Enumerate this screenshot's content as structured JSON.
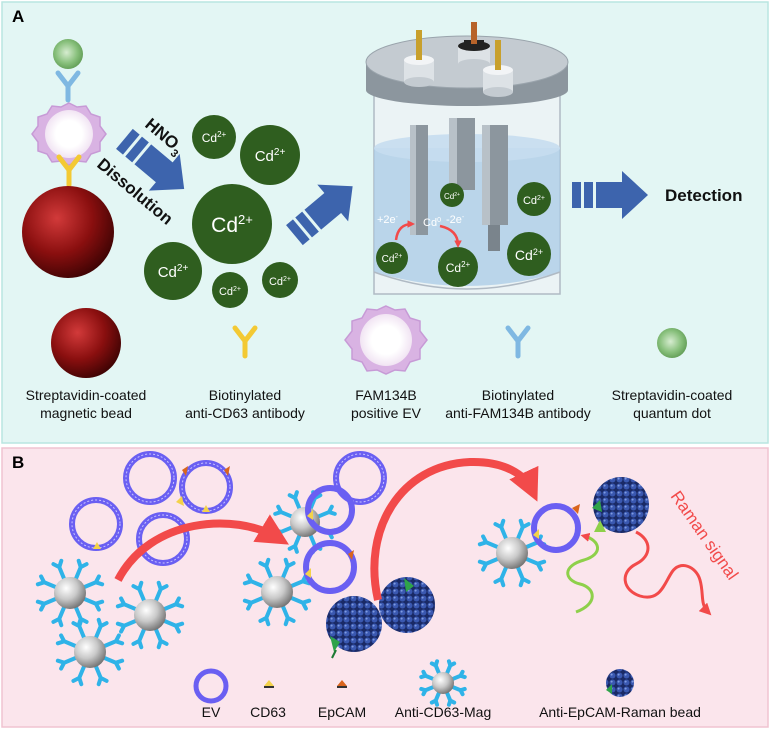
{
  "panel_a": {
    "label": "A",
    "hno3_base": "HNO",
    "hno3_sub": "3",
    "dissolution": "Dissolution",
    "cd_ion_base": "Cd",
    "cd_ion_sup": "2+",
    "cd0_base": "Cd",
    "cd0_sup": "0",
    "plus2e_base": "+2e",
    "minus2e_base": "-2e",
    "electron_sup": "-",
    "detection": "Detection",
    "legend": {
      "magnetic_bead": [
        "Streptavidin-coated",
        "magnetic bead"
      ],
      "cd63_antibody": [
        "Biotinylated",
        "anti-CD63 antibody"
      ],
      "ev": [
        "FAM134B",
        "positive EV"
      ],
      "fam134b_antibody": [
        "Biotinylated",
        "anti-FAM134B antibody"
      ],
      "quantum_dot": [
        "Streptavidin-coated",
        "quantum dot"
      ]
    }
  },
  "panel_b": {
    "label": "B",
    "raman_signal": "Raman signal",
    "legend": {
      "ev": "EV",
      "cd63": "CD63",
      "epcam": "EpCAM",
      "mag": "Anti-CD63-Mag",
      "raman_bead": "Anti-EpCAM-Raman bead"
    }
  },
  "colors": {
    "panel_a_bg": "#e3f6f4",
    "panel_b_bg": "#fbe5ec",
    "arrow_blue": "#3d64ad",
    "cd_green": "#2f5e1f",
    "bead_red": "#8a0f0f",
    "ev_ring": "#6a5ff2",
    "antibody_cyan": "#2fb3e8",
    "curve_red": "#f24a4a",
    "cd63_yellow": "#f3d24a",
    "epcam_orange": "#d9651e",
    "tag_green": "#2fa34a",
    "raman_blue": "#24367a",
    "wave_green": "#8ed04a"
  }
}
